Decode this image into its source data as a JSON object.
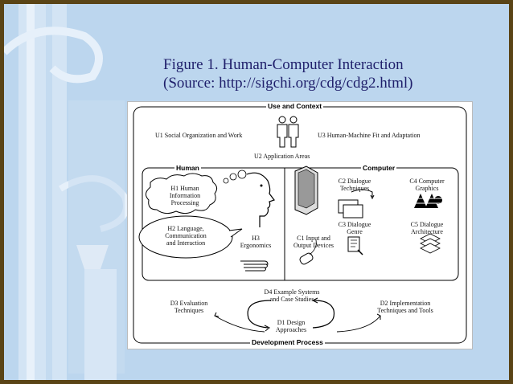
{
  "slide": {
    "title_line1": "Figure 1. Human-Computer Interaction",
    "title_line2": "(Source: http://sigchi.org/cdg/cdg2.html)",
    "background_color": "#bcd6ee",
    "border_color": "#5a4416",
    "title_color": "#1f1f6b"
  },
  "diagram": {
    "use_context": {
      "header": "Use and Context",
      "u1": "U1 Social Organization and Work",
      "u2": "U2 Application Areas",
      "u3": "U3 Human-Machine Fit and Adaptation"
    },
    "human": {
      "header": "Human",
      "h1": [
        "H1 Human",
        "Information",
        "Processing"
      ],
      "h2": [
        "H2 Language,",
        "Communication",
        "and Interaction"
      ],
      "h3": [
        "H3",
        "Ergonomics"
      ]
    },
    "computer": {
      "header": "Computer",
      "c1": [
        "C1 Input and",
        "Output Devices"
      ],
      "c2": [
        "C2 Dialogue",
        "Techniques"
      ],
      "c3": [
        "C3 Dialogue",
        "Genre"
      ],
      "c4": [
        "C4 Computer",
        "Graphics"
      ],
      "c5": [
        "C5 Dialogue",
        "Architecture"
      ]
    },
    "development": {
      "header": "Development Process",
      "d1": [
        "D1 Design",
        "Approaches"
      ],
      "d2": [
        "D2 Implementation",
        "Techniques and Tools"
      ],
      "d3": [
        "D3 Evaluation",
        "Techniques"
      ],
      "d4": [
        "D4 Example Systems",
        "and Case Studies"
      ]
    },
    "icons": [
      "people-icon",
      "head-profile-icon",
      "hand-icon",
      "monitor-icon",
      "mouse-icon",
      "dialogue-windows-icon",
      "graphics-icon",
      "document-icon",
      "layers-icon"
    ]
  }
}
